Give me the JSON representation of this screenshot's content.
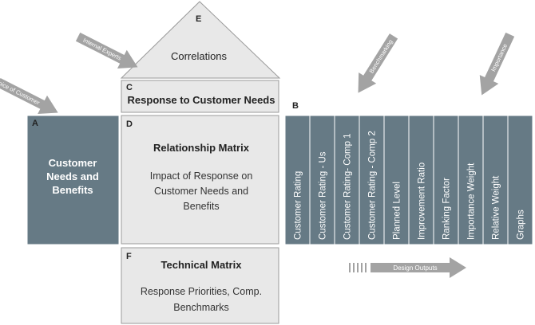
{
  "sections": {
    "E": {
      "letter": "E",
      "title": "Correlations"
    },
    "C": {
      "letter": "C",
      "title": "Response to Customer Needs"
    },
    "A": {
      "letter": "A",
      "lines": [
        "Customer",
        "Needs and",
        "Benefits"
      ]
    },
    "D": {
      "letter": "D",
      "title": "Relationship Matrix",
      "lines": [
        "Impact of Response on",
        "Customer Needs and",
        "Benefits"
      ]
    },
    "F": {
      "letter": "F",
      "title": "Technical Matrix",
      "lines": [
        "Response Priorities, Comp.",
        "Benchmarks"
      ]
    },
    "B": {
      "letter": "B",
      "columns": [
        "Customer Rating",
        "Customer Rating - Us",
        "Customer Rating- Comp 1",
        "Customer Rating - Comp 2",
        "Planned Level",
        "Improvement Ratio",
        "Ranking Factor",
        "Importance   Weight",
        "Relative Weight",
        "Graphs"
      ]
    }
  },
  "arrows": {
    "voice_of_customer": "Voice of Customer",
    "internal_experts": "Internal Experts",
    "benchmarking": "Benchmarking",
    "importance": "Importance",
    "design_outputs": "Design Outputs"
  },
  "colors": {
    "dark_fill": "#667a85",
    "light_fill": "#e8e8e8",
    "arrow": "#a3a3a3"
  }
}
